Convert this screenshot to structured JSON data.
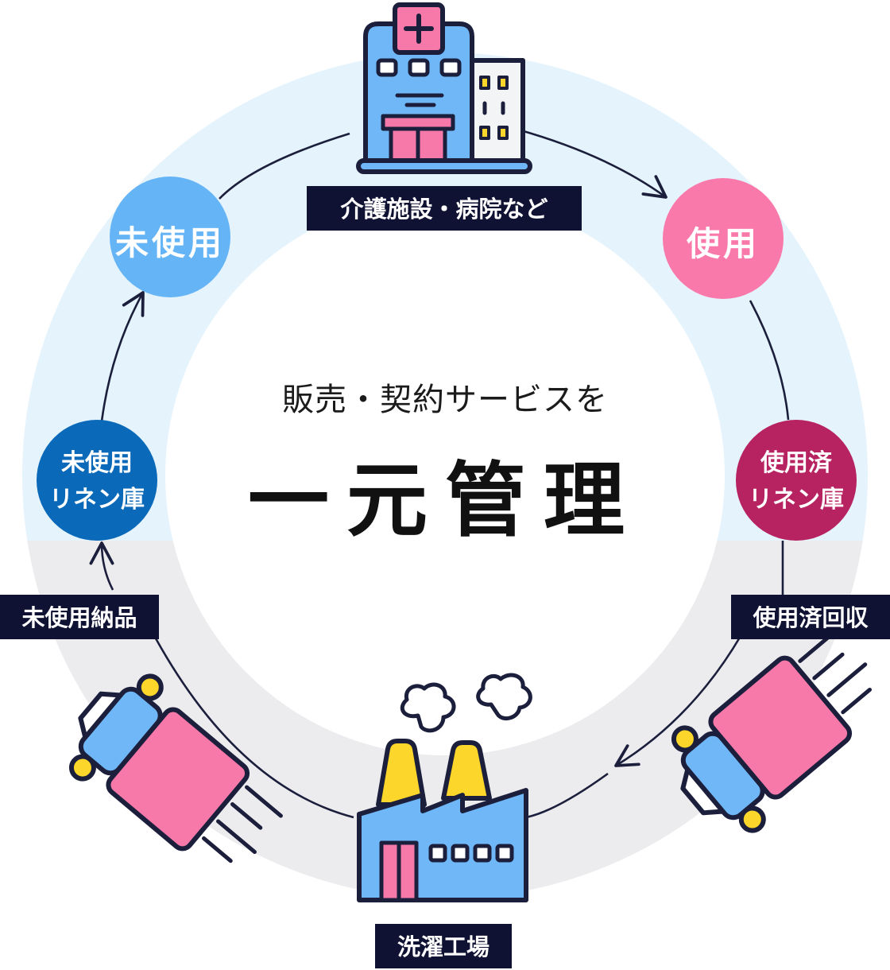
{
  "center": {
    "subtitle": "販売・契約サービスを",
    "title": "一元管理"
  },
  "nodes": {
    "unused": "未使用",
    "used": "使用",
    "used_storage": [
      "使用済",
      "リネン庫"
    ],
    "unused_storage": [
      "未使用",
      "リネン庫"
    ]
  },
  "tags": {
    "facility": "介護施設・病院など",
    "laundry": "洗濯工場",
    "collection": "使用済回収",
    "delivery": "未使用納品"
  },
  "icons": {
    "hospital": "hospital-building-icon",
    "factory": "factory-icon",
    "truck_in": "delivery-truck-icon",
    "truck_out": "collection-truck-icon"
  },
  "colors": {
    "ring_top": "#e5f3fd",
    "ring_bottom": "#ececef",
    "unused": "#64b4f6",
    "used": "#f97aaa",
    "used_storage": "#b72260",
    "unused_storage": "#0a69b8",
    "tag_bg": "#0f1232",
    "line": "#1c1f3c",
    "blue_fill": "#6fb7f7",
    "pink_fill": "#f779aa",
    "yellow": "#fcd62b",
    "stroke": "#1c1f3c"
  }
}
